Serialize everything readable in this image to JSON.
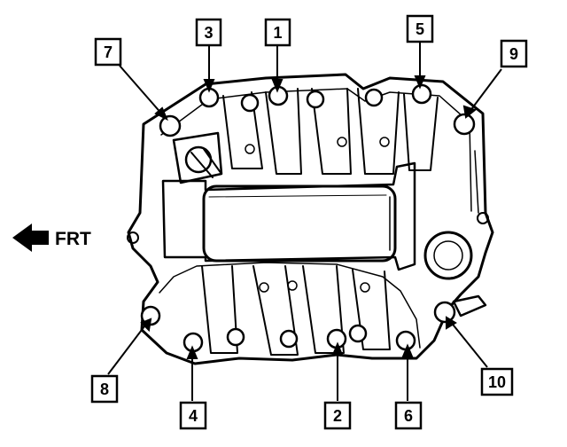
{
  "front_indicator": {
    "label": "FRT",
    "icon": "arrow-left-icon"
  },
  "bolt_callouts": [
    {
      "number": "1"
    },
    {
      "number": "2"
    },
    {
      "number": "3"
    },
    {
      "number": "4"
    },
    {
      "number": "5"
    },
    {
      "number": "6"
    },
    {
      "number": "7"
    },
    {
      "number": "8"
    },
    {
      "number": "9"
    },
    {
      "number": "10"
    }
  ],
  "colors": {
    "line": "#000000",
    "background": "#ffffff",
    "callout_fill": "#ffffff"
  }
}
